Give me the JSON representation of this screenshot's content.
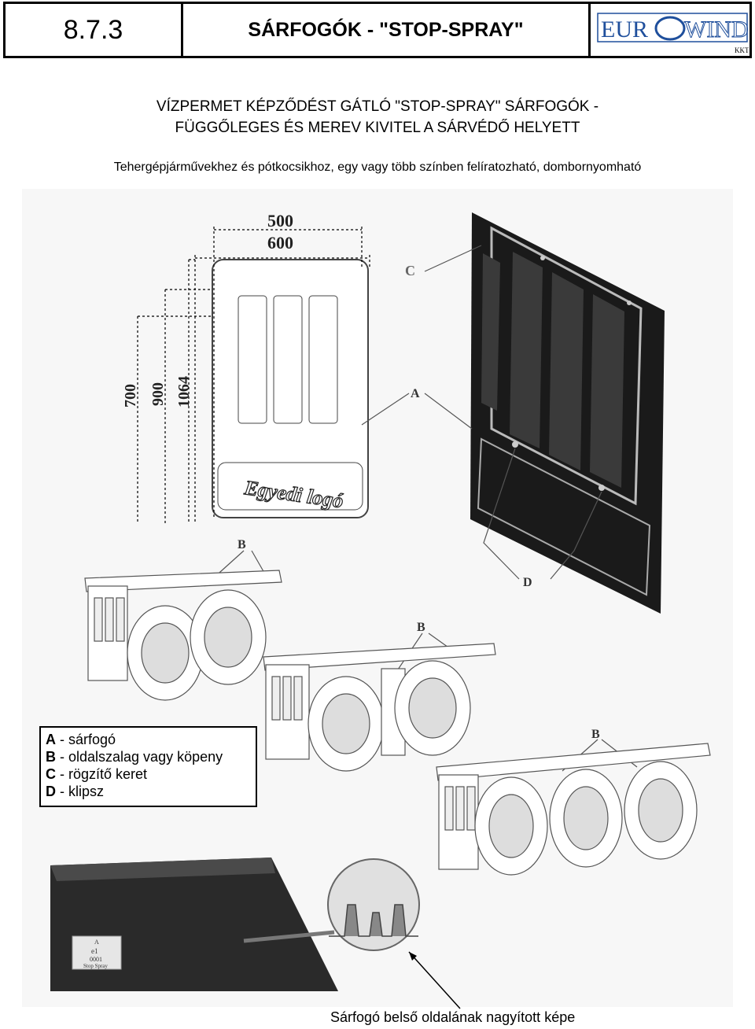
{
  "header": {
    "section_number": "8.7.3",
    "section_title": "SÁRFOGÓK - \"STOP-SPRAY\"",
    "logo_text": "EURO WIND",
    "logo_sub": "KKT"
  },
  "title": {
    "line1": "VÍZPERMET KÉPZŐDÉST GÁTLÓ \"STOP-SPRAY\" SÁRFOGÓK -",
    "line2": "FÜGGŐLEGES ÉS MEREV KIVITEL A SÁRVÉDŐ HELYETT"
  },
  "subtitle": "Tehergépjárművekhez és pótkocsikhoz, egy vagy több színben felíratozható, dombornyomható",
  "drawing": {
    "dim_500": "500",
    "dim_600": "600",
    "dim_700": "700",
    "dim_900": "900",
    "dim_1064": "1064",
    "logo_placeholder": "Egyedi logó",
    "label_a": "A",
    "label_b": "B",
    "label_c": "C",
    "label_d": "D",
    "sticker_line1": "A",
    "sticker_line2": "e1",
    "sticker_line3": "0001",
    "sticker_line4": "Stop Spray"
  },
  "legend": {
    "a_key": "A",
    "a_text": " - sárfogó",
    "b_key": "B",
    "b_text": " - oldalszalag vagy köpeny",
    "c_key": "C",
    "c_text": " - rögzítő keret",
    "d_key": "D",
    "d_text": " - klipsz"
  },
  "caption": "Sárfogó belső oldalának nagyított képe",
  "colors": {
    "border": "#000000",
    "logo_blue": "#1f4f9c",
    "mudflap": "#1a1a1a"
  }
}
